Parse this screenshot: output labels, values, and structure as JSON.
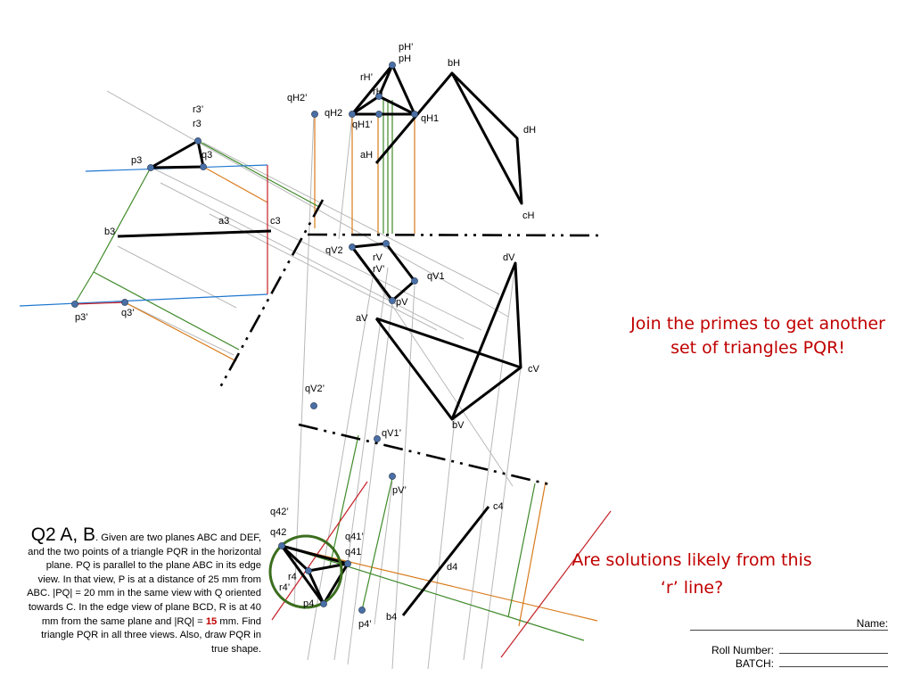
{
  "labels": {
    "pHp": "pH’",
    "pH": "pH",
    "bH": "bH",
    "rHp": "rH’",
    "rH": "rH",
    "qH2p": "qH2’",
    "qH2": "qH2",
    "qH1p": "qH1’",
    "qH1": "qH1",
    "dH": "dH",
    "aH": "aH",
    "cH": "cH",
    "r3p": "r3’",
    "r3": "r3",
    "p3": "p3",
    "q3": "q3",
    "a3": "a3",
    "c3": "c3",
    "b3": "b3",
    "p3p": "p3’",
    "q3p": "q3’",
    "qV2": "qV2",
    "rV": "rV",
    "rVp": "rV’",
    "qV1": "qV1",
    "pV": "pV",
    "dV": "dV",
    "aV": "aV",
    "cV": "cV",
    "bV": "bV",
    "qV2p": "qV2’",
    "qV1p": "qV1’",
    "pVp": "pV’",
    "c4": "c4",
    "d4": "d4",
    "b4": "b4",
    "q42p": "q42’",
    "q42": "q42",
    "q41p": "q41’",
    "q41": "q41",
    "r4": "r4",
    "r4p": "r4’",
    "p4": "p4",
    "p4p": "p4’"
  },
  "question": {
    "heading": "Q2 A, B",
    "text_before": ". Given are two planes ABC and DEF, and the two points of a triangle PQR in the horizontal plane. PQ is parallel to the plane ABC in its edge view.  In that view, P is at a distance of 25 mm from ABC. |PQ| = 20 mm in the same view with Q oriented towards C. In the edge view of plane BCD, R is at 40 mm from the same plane and |RQ| = ",
    "highlight": "15",
    "text_after": " mm. Find triangle PQR in all three views. Also, draw PQR in true shape."
  },
  "callouts": {
    "primes": "Join the primes to get another set of triangles PQR!",
    "r_line": "Are solutions likely from this ‘r’ line?"
  },
  "form": {
    "name": "Name:",
    "roll_number": "Roll Number:",
    "batch": "BATCH:"
  },
  "colors": {
    "callout_text": "#c00000",
    "point_fill": "#4a6fa5",
    "projector_orange": "#d97b1c",
    "projector_green": "#3f8a2a",
    "line_blue": "#1f77d0",
    "line_red": "#c42026",
    "circle_green": "#3b6e1e"
  }
}
